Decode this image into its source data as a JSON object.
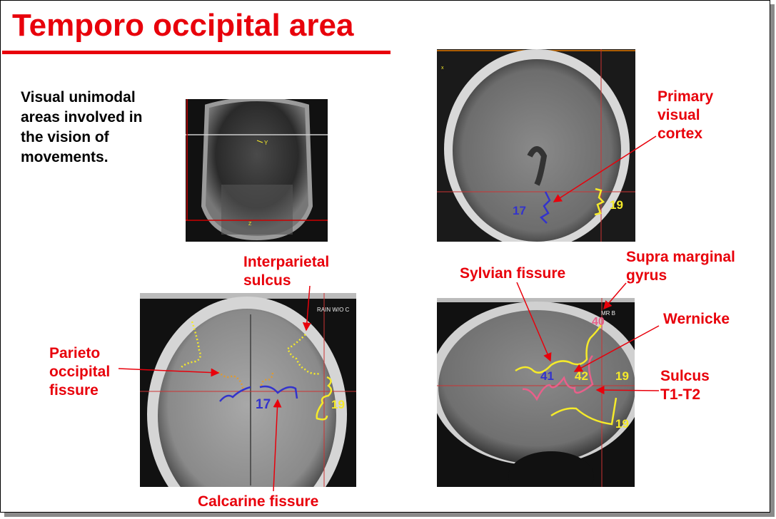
{
  "title": "Temporo occipital area",
  "description": [
    "Visual unimodal",
    "areas involved in",
    "the vision of",
    "movements."
  ],
  "labels": {
    "primary_visual_cortex": [
      "Primary",
      "visual",
      "cortex"
    ],
    "interparietal_sulcus": [
      "Interparietal",
      "sulcus"
    ],
    "parieto_occipital_fissure": [
      "Parieto",
      "occipital",
      "fissure"
    ],
    "calcarine_fissure": "Calcarine fissure",
    "sylvian_fissure": "Sylvian fissure",
    "supra_marginal_gyrus": [
      "Supra marginal",
      "gyrus"
    ],
    "wernicke": "Wernicke",
    "sulcus_t1_t2": [
      "Sulcus",
      "T1-T2"
    ]
  },
  "scans": {
    "coronal_small": {
      "marker": "Y",
      "axis": "Z"
    },
    "axial": {
      "area_17": "17",
      "area_19": "19",
      "axis": "x"
    },
    "coronal": {
      "area_17": "17",
      "area_19": "19",
      "overlay_text": "RAIN W/O C"
    },
    "sagittal": {
      "area_40": "40",
      "area_41": "41",
      "area_42": "42",
      "area_19a": "19",
      "area_19b": "19",
      "overlay_text": "MR B"
    }
  },
  "colors": {
    "accent": "#e8000b",
    "yellow": "#f5ea2a",
    "blue": "#3333cc",
    "pink": "#e8608a",
    "orange": "#e09a30"
  }
}
